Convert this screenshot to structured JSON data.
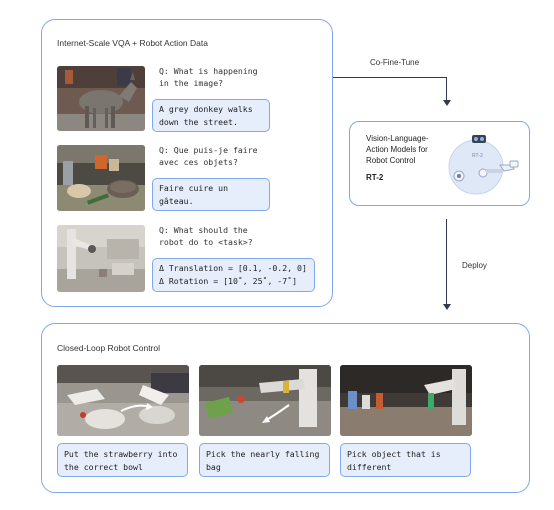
{
  "vqa_panel": {
    "title": "Internet-Scale VQA + Robot Action Data",
    "examples": [
      {
        "question": "Q: What is happening\nin the image?",
        "answer": "A grey donkey walks\ndown the street."
      },
      {
        "question": "Q: Que puis-je faire\navec ces objets?",
        "answer": "Faire cuire un\ngâteau."
      },
      {
        "question": "Q: What should the\nrobot do to <task>?",
        "answer": "Δ Translation = [0.1, -0.2, 0]\nΔ Rotation = [10˚, 25˚, -7˚]"
      }
    ]
  },
  "edges": {
    "cofinetune_label": "Co-Fine-Tune",
    "deploy_label": "Deploy"
  },
  "model_box": {
    "name": "Vision-Language-\nAction Models for\nRobot Control",
    "tag": "RT-2",
    "icon": "robot-icon"
  },
  "control_panel": {
    "title": "Closed-Loop Robot Control",
    "tasks": [
      {
        "label": "Put the strawberry into\nthe correct bowl"
      },
      {
        "label": "Pick the nearly falling\nbag"
      },
      {
        "label": "Pick object that is\ndifferent"
      }
    ]
  },
  "colors": {
    "accent": "#7fa9ea",
    "answer_fill": "#e6edfb",
    "arrow": "#2f3b4d"
  }
}
